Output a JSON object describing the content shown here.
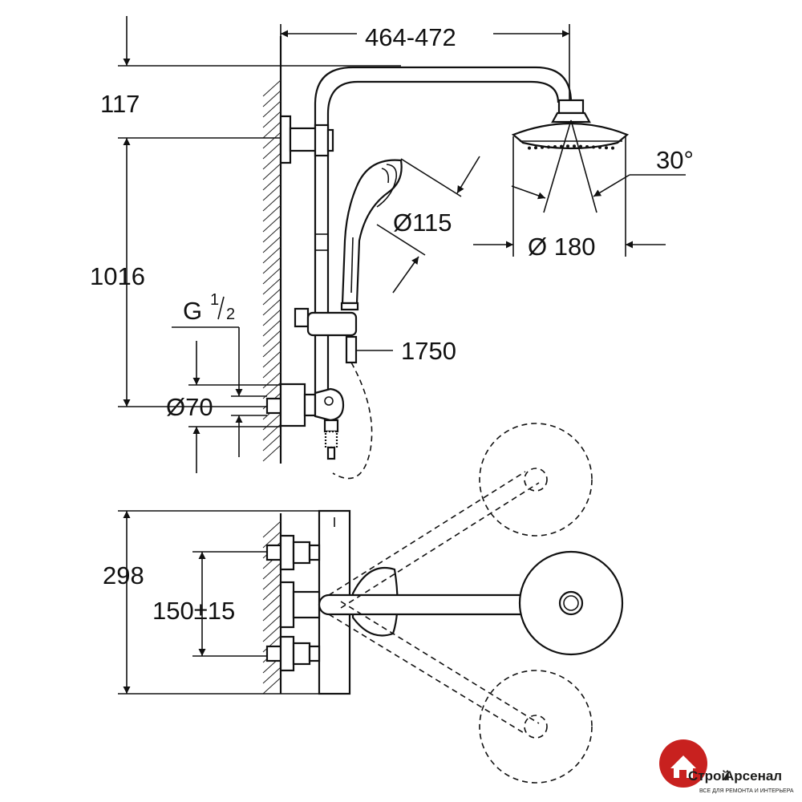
{
  "dimensions": {
    "arm_length": "464-472",
    "top_offset": "117",
    "height": "1016",
    "thread_label": "G",
    "thread_num": "1",
    "thread_den": "2",
    "flange_diameter": "Ø70",
    "hand_shower_diameter": "Ø115",
    "head_shower_diameter": "Ø 180",
    "spray_angle": "30°",
    "hose_length": "1750",
    "mixer_height": "298",
    "inlet_spacing": "150±15"
  },
  "logo": {
    "name_part1": "Строй",
    "name_part2": "Арсенал",
    "tagline": "ВСЕ ДЛЯ РЕМОНТА И ИНТЕРЬЕРА",
    "brand_color": "#c8211f"
  }
}
